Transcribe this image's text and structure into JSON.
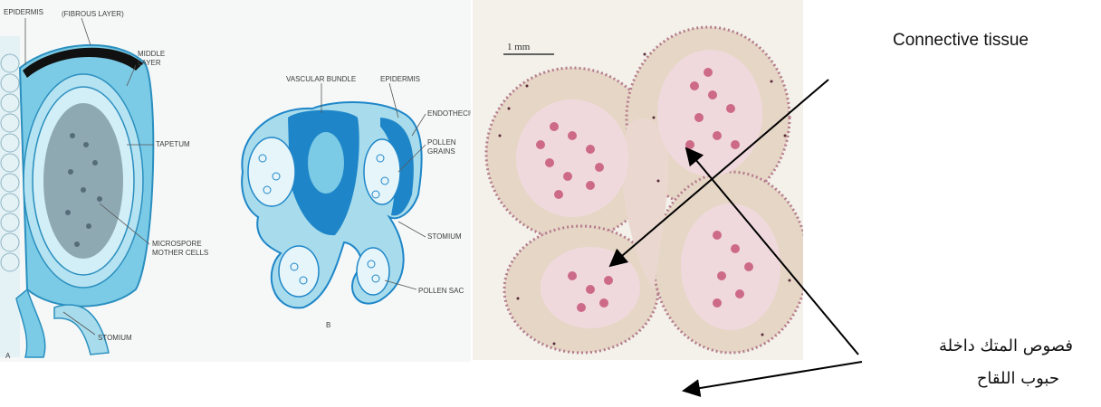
{
  "left_figure": {
    "labels": {
      "epidermis": "EPIDERMIS",
      "fibrous_layer": "(FIBROUS LAYER)",
      "middle_layer_1": "MIDDLE",
      "middle_layer_2": "LAYER",
      "tapetum": "TAPETUM",
      "microspore_1": "MICROSPORE",
      "microspore_2": "MOTHER CELLS",
      "stomium_a": "STOMIUM",
      "panel_a": "A",
      "vascular_bundle": "VASCULAR BUNDLE",
      "epidermis_b": "EPIDERMIS",
      "endothecium": "ENDOTHECIUM",
      "pollen_grains_1": "POLLEN",
      "pollen_grains_2": "GRAINS",
      "stomium_b": "STOMIUM",
      "pollen_sac": "POLLEN SAC",
      "panel_b": "B"
    },
    "colors": {
      "tissue_light": "#a8dcec",
      "tissue_mid": "#6cc4e2",
      "tissue_dark": "#1e86c8",
      "fibrous": "#111111"
    }
  },
  "micrograph": {
    "scale_bar": "1 mm",
    "colors": {
      "background": "#f3f1ea",
      "tissue": "#e6d6c6",
      "stain": "#c0456c"
    }
  },
  "annotations": {
    "connective_tissue": "Connective tissue",
    "arabic_line1": "فصوص المتك داخلة",
    "arabic_line2": "حبوب اللقاح"
  }
}
